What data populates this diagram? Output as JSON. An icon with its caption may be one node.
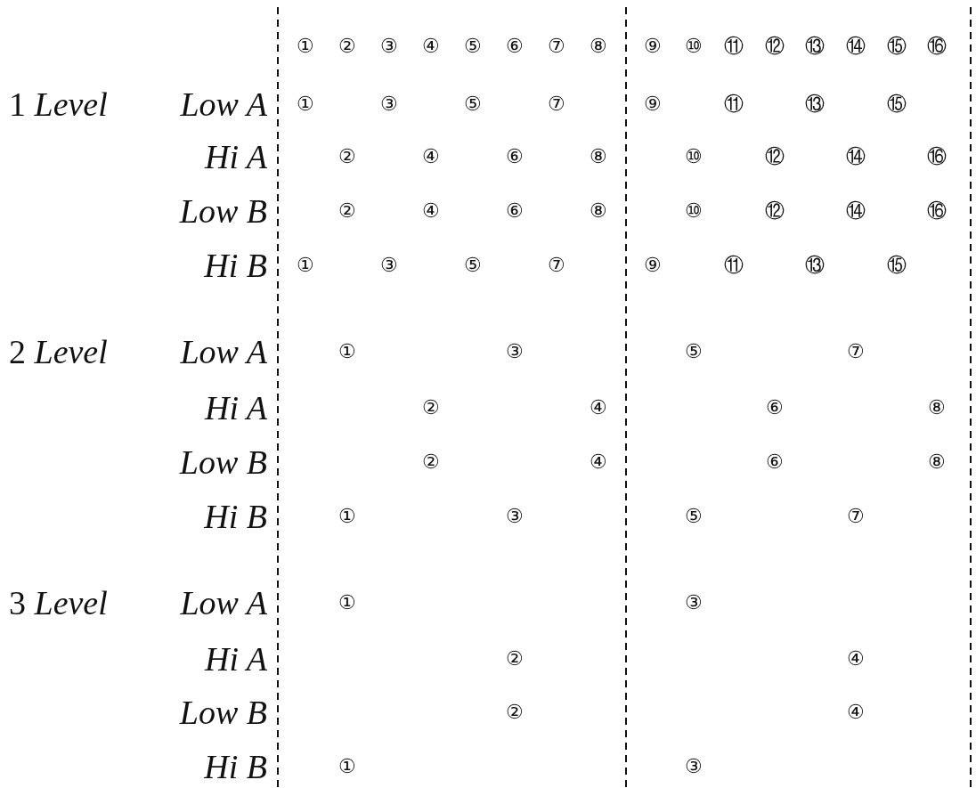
{
  "diagram": {
    "labels": [
      "①",
      "②",
      "③",
      "④",
      "⑤",
      "⑥",
      "⑦",
      "⑧",
      "⑨",
      "⑩",
      "⑪",
      "⑫",
      "⑬",
      "⑭",
      "⑮",
      "⑯",
      "1 *Level*",
      "Low A",
      "①",
      "③",
      "⑤",
      "⑦",
      "⑨",
      "⑪",
      "⑬",
      "⑮",
      "Hi A",
      "②",
      "④",
      "⑥",
      "⑧",
      "⑩",
      "⑫",
      "⑭",
      "⑯",
      "Low B",
      "②",
      "④",
      "⑥",
      "⑧",
      "⑩",
      "⑫",
      "⑭",
      "⑯",
      "Hi B",
      "①",
      "③",
      "⑤",
      "⑦",
      "⑨",
      "⑪",
      "⑬",
      "⑮",
      "2 *Level*",
      "Low A",
      "①",
      "③",
      "⑤",
      "⑦",
      "Hi A",
      "②",
      "④",
      "⑥",
      "⑧",
      "Low B",
      "②",
      "④",
      "⑥",
      "⑧",
      "Hi B",
      "①",
      "③",
      "⑤",
      "⑦",
      "3 *Level*",
      "Low A",
      "①",
      "③",
      "Hi A",
      "②",
      "④",
      "Low B",
      "②",
      "④",
      "Hi B",
      "①",
      "③"
    ]
  }
}
